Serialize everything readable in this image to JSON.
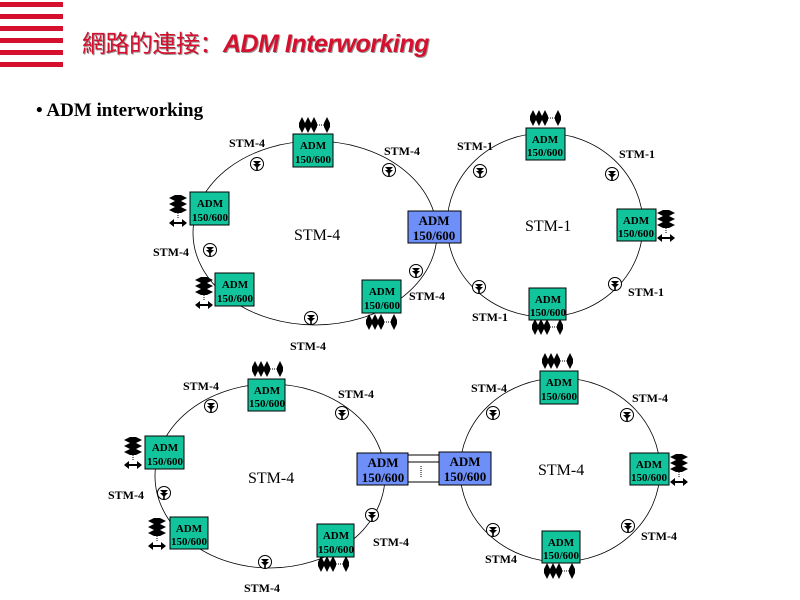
{
  "header": {
    "title_cjk": "網路的連接：",
    "title_en": "ADM Interworking",
    "accent_color": "#d4102e"
  },
  "bullet": {
    "text": "• ADM interworking"
  },
  "colors": {
    "adm_green": "#12c49c",
    "adm_blue": "#6f8ff8"
  },
  "diagrams": [
    {
      "name": "top-left-ring",
      "ring_label": "STM-4",
      "nodes": [
        {
          "line1": "ADM",
          "line2": "150/600",
          "type": "green"
        },
        {
          "line1": "ADM",
          "line2": "150/600",
          "type": "green"
        },
        {
          "line1": "ADM",
          "line2": "150/600",
          "type": "green"
        },
        {
          "line1": "ADM",
          "line2": "150/600",
          "type": "green"
        },
        {
          "line1": "ADM",
          "line2": "150/600",
          "type": "blue"
        }
      ],
      "links": [
        "STM-4",
        "STM-4",
        "STM-4",
        "STM-4",
        "STM-4"
      ]
    },
    {
      "name": "top-right-ring",
      "ring_label": "STM-1",
      "nodes": [
        {
          "line1": "ADM",
          "line2": "150/600",
          "type": "green"
        },
        {
          "line1": "ADM",
          "line2": "150/600",
          "type": "green"
        },
        {
          "line1": "ADM",
          "line2": "150/600",
          "type": "green"
        }
      ],
      "links": [
        "STM-1",
        "STM-1",
        "STM-1",
        "STM-1"
      ]
    },
    {
      "name": "bottom-left-ring",
      "ring_label": "STM-4",
      "nodes": [
        {
          "line1": "ADM",
          "line2": "150/600",
          "type": "green"
        },
        {
          "line1": "ADM",
          "line2": "150/600",
          "type": "green"
        },
        {
          "line1": "ADM",
          "line2": "150/600",
          "type": "green"
        },
        {
          "line1": "ADM",
          "line2": "150/600",
          "type": "green"
        },
        {
          "line1": "ADM",
          "line2": "150/600",
          "type": "blue"
        }
      ],
      "links": [
        "STM-4",
        "STM-4",
        "STM-4",
        "STM-4",
        "STM-4"
      ]
    },
    {
      "name": "bottom-right-ring",
      "ring_label": "STM-4",
      "nodes": [
        {
          "line1": "ADM",
          "line2": "150/600",
          "type": "blue"
        },
        {
          "line1": "ADM",
          "line2": "150/600",
          "type": "green"
        },
        {
          "line1": "ADM",
          "line2": "150/600",
          "type": "green"
        },
        {
          "line1": "ADM",
          "line2": "150/600",
          "type": "green"
        }
      ],
      "links": [
        "STM-4",
        "STM-4",
        "STM-4",
        "STM4"
      ]
    }
  ]
}
